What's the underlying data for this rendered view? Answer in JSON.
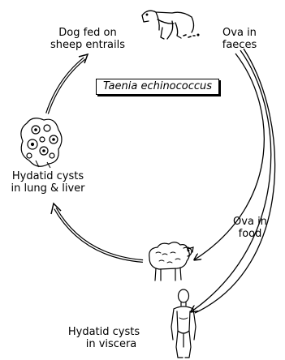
{
  "diagram": {
    "title": "Taenia echinococcus",
    "nodes": {
      "dog": {
        "line1": "Dog fed on",
        "line2": "sheep entrails",
        "icon": "dog-icon"
      },
      "ova_faeces": {
        "line1": "Ova in",
        "line2": "faeces"
      },
      "cysts_lung": {
        "line1": "Hydatid cysts",
        "line2": "in lung & liver",
        "icon": "cyst-icon"
      },
      "ova_food": {
        "line1": "Ova in",
        "line2": "food"
      },
      "sheep": {
        "icon": "sheep-icon"
      },
      "human": {
        "line1": "Hydatid cysts",
        "line2": "in viscera",
        "icon": "human-icon"
      }
    },
    "colors": {
      "ink": "#000000",
      "background": "#ffffff"
    }
  }
}
